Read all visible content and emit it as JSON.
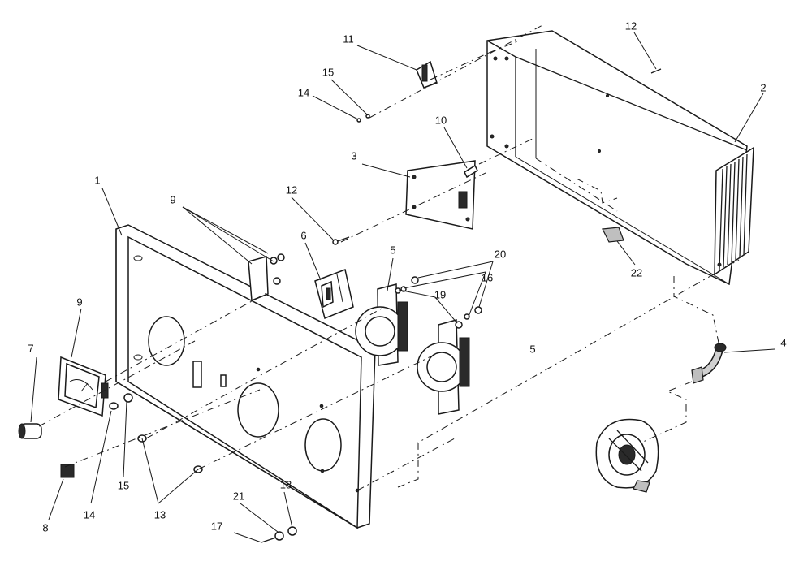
{
  "callouts": [
    {
      "id": "c1",
      "text": "1"
    },
    {
      "id": "c2",
      "text": "2"
    },
    {
      "id": "c3",
      "text": "3"
    },
    {
      "id": "c4",
      "text": "4"
    },
    {
      "id": "c5a",
      "text": "5"
    },
    {
      "id": "c5b",
      "text": "5"
    },
    {
      "id": "c6",
      "text": "6"
    },
    {
      "id": "c7",
      "text": "7"
    },
    {
      "id": "c8",
      "text": "8"
    },
    {
      "id": "c9a",
      "text": "9"
    },
    {
      "id": "c9b",
      "text": "9"
    },
    {
      "id": "c10",
      "text": "10"
    },
    {
      "id": "c11",
      "text": "11"
    },
    {
      "id": "c12a",
      "text": "12"
    },
    {
      "id": "c12b",
      "text": "12"
    },
    {
      "id": "c13",
      "text": "13"
    },
    {
      "id": "c14a",
      "text": "14"
    },
    {
      "id": "c14b",
      "text": "14"
    },
    {
      "id": "c15a",
      "text": "15"
    },
    {
      "id": "c15b",
      "text": "15"
    },
    {
      "id": "c16",
      "text": "16"
    },
    {
      "id": "c17",
      "text": "17"
    },
    {
      "id": "c18",
      "text": "18"
    },
    {
      "id": "c19",
      "text": "19"
    },
    {
      "id": "c20",
      "text": "20"
    },
    {
      "id": "c21",
      "text": "21"
    },
    {
      "id": "c22",
      "text": "22"
    }
  ]
}
